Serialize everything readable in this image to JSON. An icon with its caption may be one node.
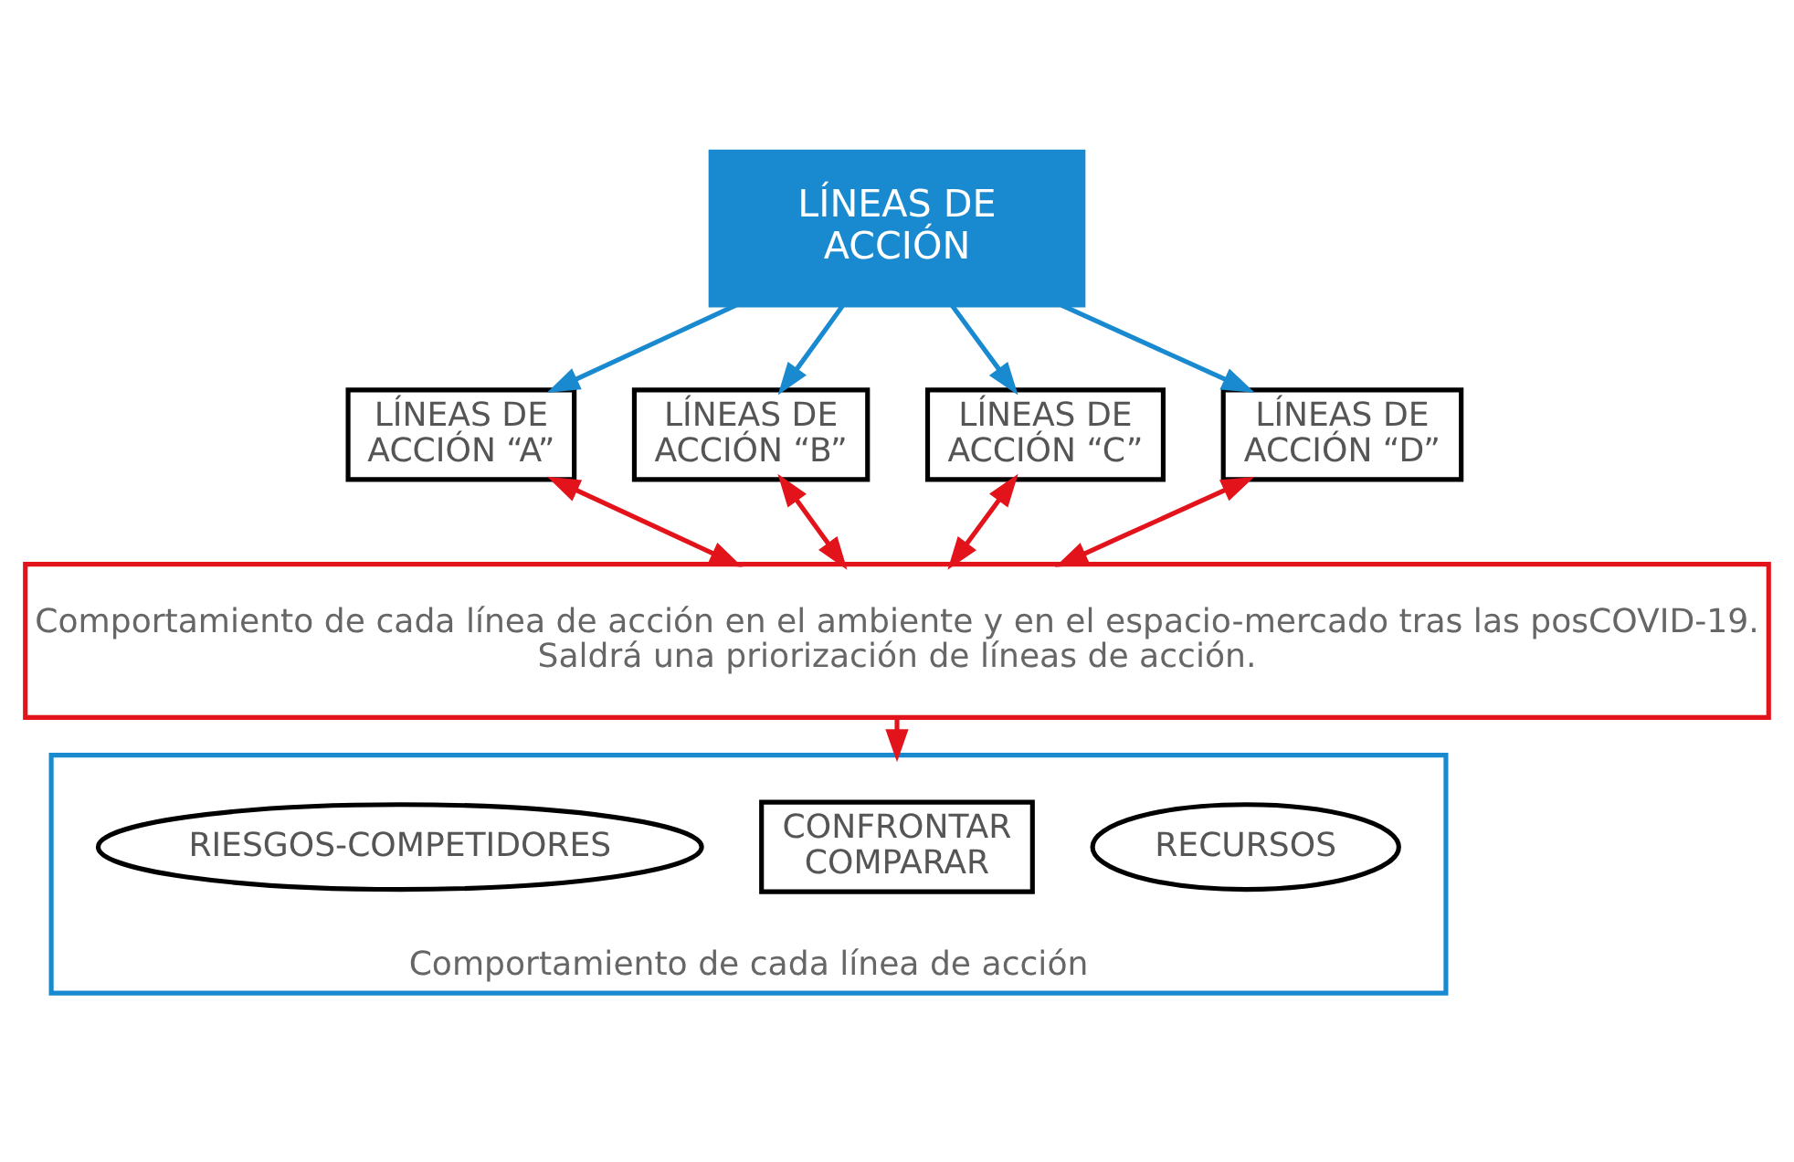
{
  "diagram": {
    "nodes": [
      {
        "text": [
          "LÍNEAS DE ACCIÓN"
        ]
      },
      {
        "text": [
          "LÍNEAS DE ACCIÓN “A”"
        ]
      },
      {
        "text": [
          "LÍNEAS DE ACCIÓN “B”"
        ]
      },
      {
        "text": [
          "LÍNEAS DE ACCIÓN “C”"
        ]
      },
      {
        "text": [
          "LÍNEAS DE ACCIÓN “D”"
        ]
      },
      {
        "text": [
          "Comportamiento de cada línea de acción en el ambiente y en el espacio-mercado tras las posCOVID-19. Saldrá una priorización de líneas de acción."
        ]
      },
      {
        "text": [
          "Comportamiento de cada línea de acción"
        ]
      },
      {
        "text": [
          "RIESGOS-COMPETIDORES"
        ],
        "in": 6
      },
      {
        "text": [
          "CONFRONTAR COMPARAR"
        ],
        "in": 6
      },
      {
        "text": [
          "RECURSOS"
        ],
        "in": 6
      }
    ],
    "edges": [
      {
        "from": 0,
        "to": 1,
        "arrow": "to",
        "color": "#1a8ad0"
      },
      {
        "from": 0,
        "to": 2,
        "arrow": "to",
        "color": "#1a8ad0"
      },
      {
        "from": 0,
        "to": 3,
        "arrow": "to",
        "color": "#1a8ad0"
      },
      {
        "from": 0,
        "to": 4,
        "arrow": "to",
        "color": "#1a8ad0"
      },
      {
        "from": 1,
        "to": 5,
        "arrow": "both"
      },
      {
        "from": 2,
        "to": 5,
        "arrow": "both"
      },
      {
        "from": 3,
        "to": 5,
        "arrow": "both"
      },
      {
        "from": 4,
        "to": 5,
        "arrow": "both"
      },
      {
        "from": 5,
        "to": 6,
        "arrow": "to"
      }
    ]
  }
}
